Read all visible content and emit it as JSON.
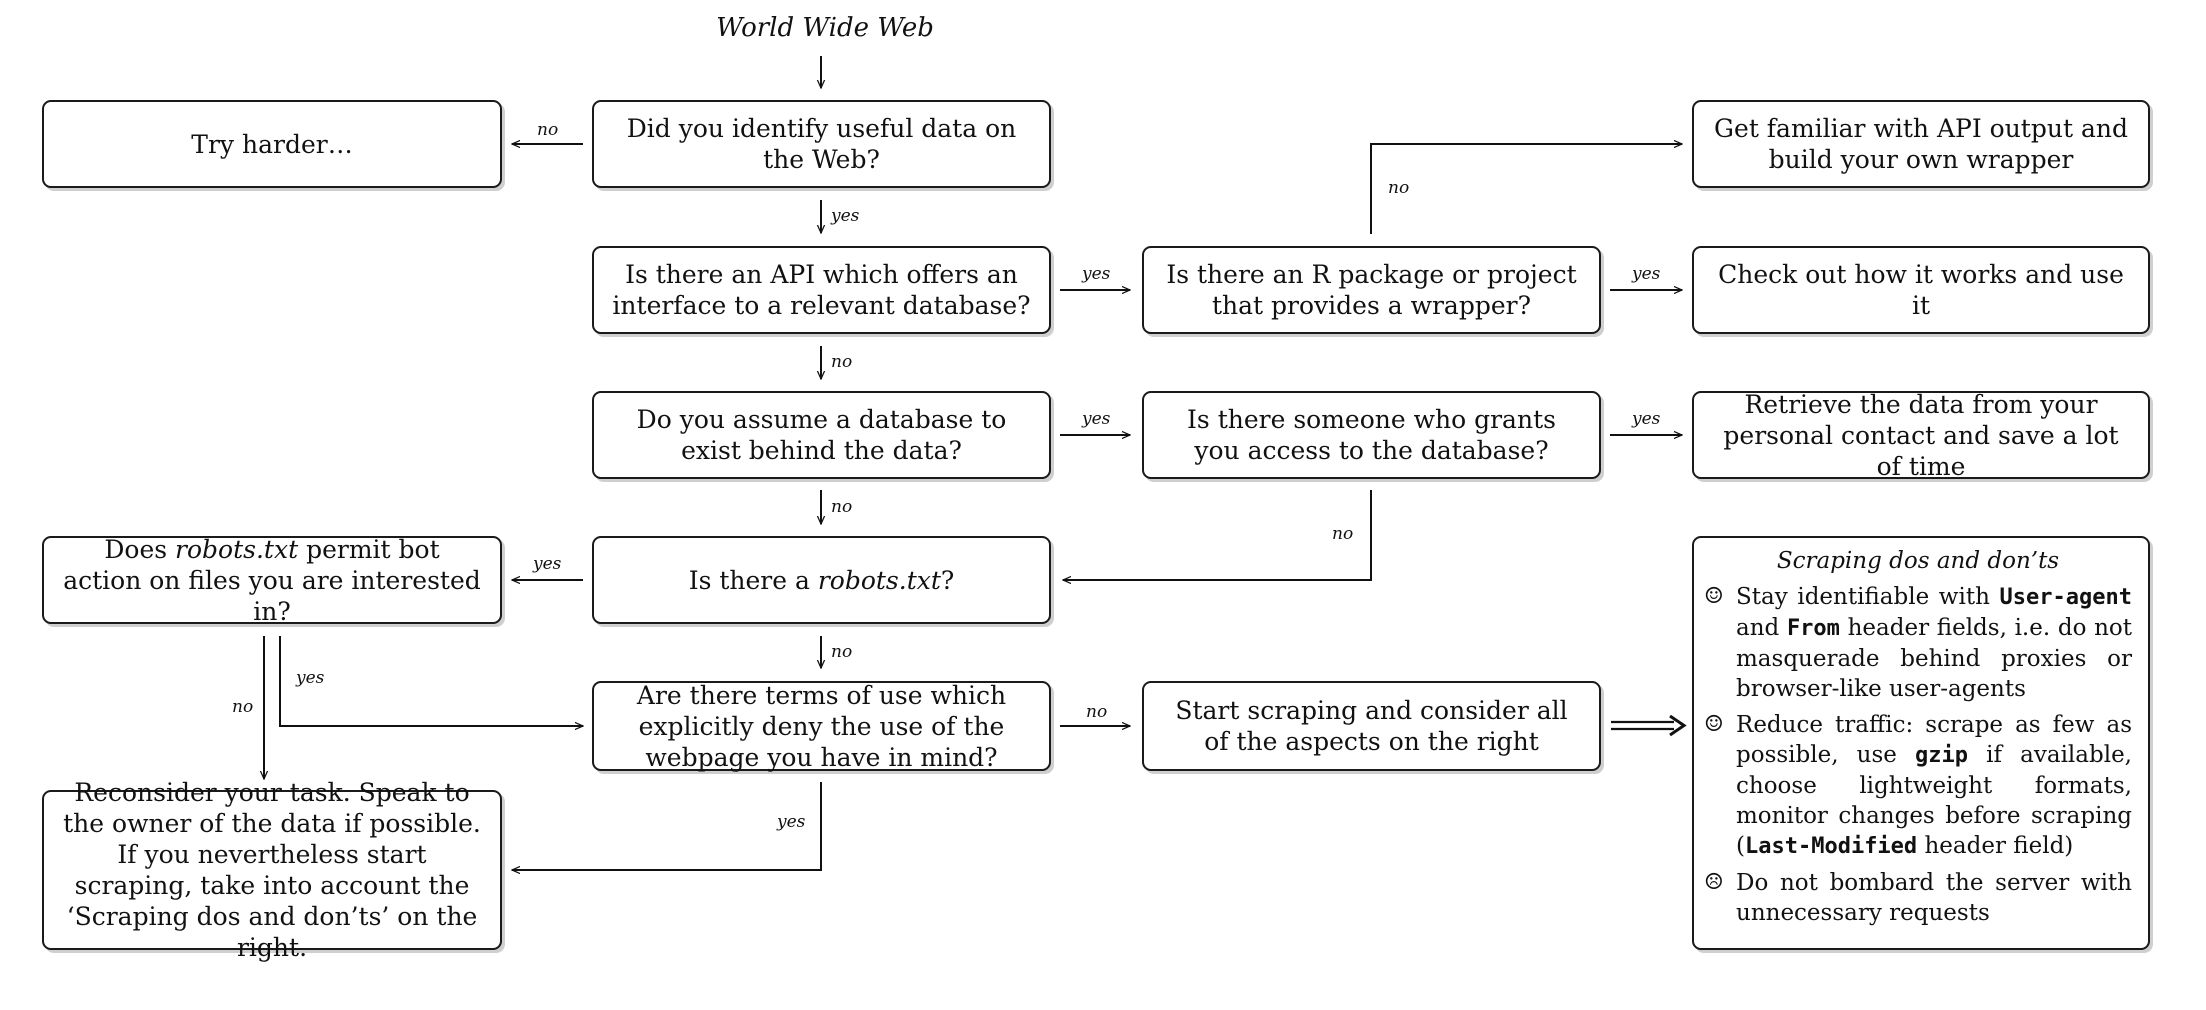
{
  "start_label": "World Wide Web",
  "nodes": {
    "try_harder": "Try harder…",
    "identify": "Did you identify useful data on the Web?",
    "api": "Is there an API which offers an interface to a relevant database?",
    "r_package": "Is there an R package or project that provides a wrapper?",
    "familiar": "Get familiar with API output and build your own wrapper",
    "check_out": "Check out how it works and use it",
    "assume_db": "Do you assume a database to exist behind the data?",
    "grants_access": "Is there someone who grants you access to the database?",
    "retrieve": "Retrieve the data from your personal contact and save a lot of time",
    "robots_permit": {
      "pre": "Does ",
      "em": "robots.txt",
      "post": " permit bot action on files you are interested in?"
    },
    "robots_exists": {
      "pre": "Is there a ",
      "em": "robots.txt",
      "post": "?"
    },
    "terms": "Are there terms of use which explicitly deny the use of the webpage you have in mind?",
    "start_scraping": "Start scraping and consider all of the aspects on the right",
    "reconsider": "Reconsider your task. Speak to the owner of the data if possible. If you nevertheless start scraping, take into account the ‘Scraping dos and don’ts’ on the right."
  },
  "edge_labels": {
    "identify_no": "no",
    "identify_yes": "yes",
    "api_yes": "yes",
    "api_no": "no",
    "rpkg_no": "no",
    "rpkg_yes": "yes",
    "assume_yes": "yes",
    "assume_no": "no",
    "grants_yes": "yes",
    "grants_no": "no",
    "robots_yes": "yes",
    "robots_no": "no",
    "permit_no": "no",
    "permit_yes": "yes",
    "terms_no": "no",
    "terms_yes": "yes"
  },
  "tips": {
    "title": "Scraping dos and don’ts",
    "items": [
      {
        "face": "☺",
        "parts": [
          {
            "t": "Stay identifiable with "
          },
          {
            "t": "User-agent",
            "mono": true
          },
          {
            "t": " and "
          },
          {
            "t": "From",
            "mono": true
          },
          {
            "t": " header fields, i.e. do not masquerade behind proxies or browser-like user-agents"
          }
        ]
      },
      {
        "face": "☺",
        "parts": [
          {
            "t": "Reduce traffic: scrape as few as possible, use "
          },
          {
            "t": "gzip",
            "mono": true
          },
          {
            "t": " if available, choose lightweight formats, monitor changes before scraping ("
          },
          {
            "t": "Last-Modified",
            "mono": true
          },
          {
            "t": " header field)"
          }
        ]
      },
      {
        "face": "☹",
        "parts": [
          {
            "t": "Do not bombard the server with unnecessary requests"
          }
        ]
      }
    ]
  }
}
